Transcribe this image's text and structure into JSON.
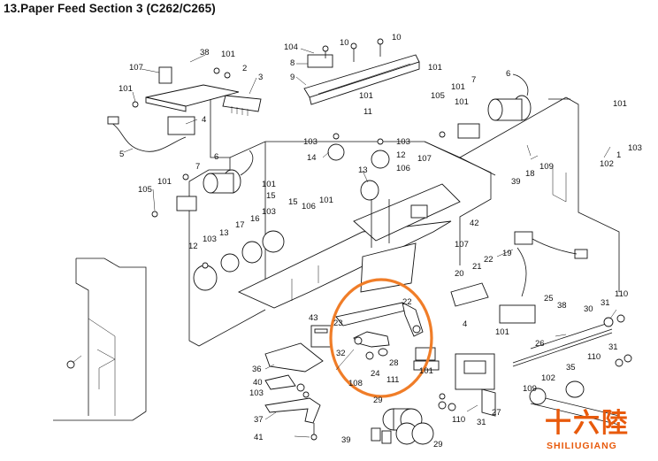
{
  "title": "13.Paper Feed Section 3 (C262/C265)",
  "callouts": [
    {
      "id": "c104",
      "text": "104"
    },
    {
      "id": "c10a",
      "text": "10"
    },
    {
      "id": "c10b",
      "text": "10"
    },
    {
      "id": "c8",
      "text": "8"
    },
    {
      "id": "c9",
      "text": "9"
    },
    {
      "id": "c101a",
      "text": "101"
    },
    {
      "id": "c107a",
      "text": "107"
    },
    {
      "id": "c38a",
      "text": "38"
    },
    {
      "id": "c101b",
      "text": "101"
    },
    {
      "id": "c2",
      "text": "2"
    },
    {
      "id": "c3",
      "text": "3"
    },
    {
      "id": "c101c",
      "text": "101"
    },
    {
      "id": "c4",
      "text": "4"
    },
    {
      "id": "c5",
      "text": "5"
    },
    {
      "id": "c101d",
      "text": "101"
    },
    {
      "id": "c11",
      "text": "11"
    },
    {
      "id": "c105a",
      "text": "105"
    },
    {
      "id": "c101e",
      "text": "101"
    },
    {
      "id": "c7a",
      "text": "7"
    },
    {
      "id": "c6a",
      "text": "6"
    },
    {
      "id": "c101f",
      "text": "101"
    },
    {
      "id": "c103a",
      "text": "103"
    },
    {
      "id": "c14",
      "text": "14"
    },
    {
      "id": "c103b",
      "text": "103"
    },
    {
      "id": "c12a",
      "text": "12"
    },
    {
      "id": "c13a",
      "text": "13"
    },
    {
      "id": "c106a",
      "text": "106"
    },
    {
      "id": "c107b",
      "text": "107"
    },
    {
      "id": "c101g",
      "text": "101"
    },
    {
      "id": "c7b",
      "text": "7"
    },
    {
      "id": "c6b",
      "text": "6"
    },
    {
      "id": "c105b",
      "text": "105"
    },
    {
      "id": "c15",
      "text": "15"
    },
    {
      "id": "c101h",
      "text": "101"
    },
    {
      "id": "c103c",
      "text": "103"
    },
    {
      "id": "c106b",
      "text": "106"
    },
    {
      "id": "c101i",
      "text": "101"
    },
    {
      "id": "c15b",
      "text": "15"
    },
    {
      "id": "c16",
      "text": "16"
    },
    {
      "id": "c17",
      "text": "17"
    },
    {
      "id": "c12b",
      "text": "12"
    },
    {
      "id": "c103d",
      "text": "103"
    },
    {
      "id": "c13b",
      "text": "13"
    },
    {
      "id": "c42",
      "text": "42"
    },
    {
      "id": "c101j",
      "text": "101"
    },
    {
      "id": "c103e",
      "text": "103"
    },
    {
      "id": "c1",
      "text": "1"
    },
    {
      "id": "c102a",
      "text": "102"
    },
    {
      "id": "c39a",
      "text": "39"
    },
    {
      "id": "c18",
      "text": "18"
    },
    {
      "id": "c109a",
      "text": "109"
    },
    {
      "id": "c107c",
      "text": "107"
    },
    {
      "id": "c19",
      "text": "19"
    },
    {
      "id": "c22a",
      "text": "22"
    },
    {
      "id": "c21",
      "text": "21"
    },
    {
      "id": "c20",
      "text": "20"
    },
    {
      "id": "c25",
      "text": "25"
    },
    {
      "id": "c38b",
      "text": "38"
    },
    {
      "id": "c4b",
      "text": "4"
    },
    {
      "id": "c101k",
      "text": "101"
    },
    {
      "id": "c110a",
      "text": "110"
    },
    {
      "id": "c30",
      "text": "30"
    },
    {
      "id": "c31a",
      "text": "31"
    },
    {
      "id": "c26",
      "text": "26"
    },
    {
      "id": "c31b",
      "text": "31"
    },
    {
      "id": "c110b",
      "text": "110"
    },
    {
      "id": "c35",
      "text": "35"
    },
    {
      "id": "c102b",
      "text": "102"
    },
    {
      "id": "c109b",
      "text": "109"
    },
    {
      "id": "c22b",
      "text": "22"
    },
    {
      "id": "c43",
      "text": "43"
    },
    {
      "id": "c23",
      "text": "23"
    },
    {
      "id": "c32",
      "text": "32"
    },
    {
      "id": "c108",
      "text": "108"
    },
    {
      "id": "c24",
      "text": "24"
    },
    {
      "id": "c28",
      "text": "28"
    },
    {
      "id": "c111",
      "text": "111"
    },
    {
      "id": "c101l",
      "text": "101"
    },
    {
      "id": "c36",
      "text": "36"
    },
    {
      "id": "c40",
      "text": "40"
    },
    {
      "id": "c103f",
      "text": "103"
    },
    {
      "id": "c37",
      "text": "37"
    },
    {
      "id": "c41",
      "text": "41"
    },
    {
      "id": "c29a",
      "text": "29"
    },
    {
      "id": "c110c",
      "text": "110"
    },
    {
      "id": "c31c",
      "text": "31"
    },
    {
      "id": "c27",
      "text": "27"
    },
    {
      "id": "c39b",
      "text": "39"
    },
    {
      "id": "c29b",
      "text": "29"
    }
  ],
  "watermark": {
    "cn": "十六陸",
    "en": "SHILIUGIANG"
  },
  "colors": {
    "highlight": "#f07d28",
    "watermark": "#e85a0c",
    "ink": "#111111"
  }
}
